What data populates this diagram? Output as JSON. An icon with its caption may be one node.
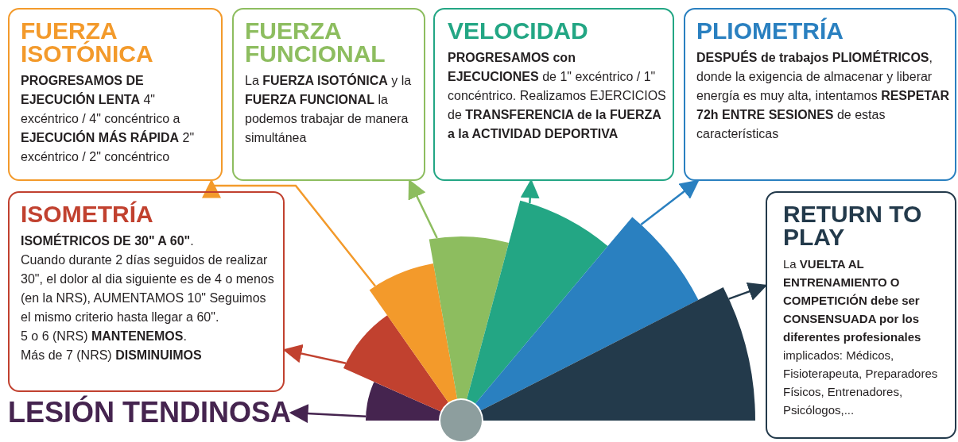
{
  "diagram": {
    "nodes": [
      {
        "text": [
          "FUERZA ISOTÓNICA",
          "**PROGRESAMOS DE EJECUCIÓN LENTA** 4\" excéntrico / 4\" concéntrico a **EJECUCIÓN MÁS RÁPIDA** 2\" excéntrico / 2\" concéntrico"
        ]
      },
      {
        "text": [
          "FUERZA FUNCIONAL",
          "La **FUERZA ISOTÓNICA** y la **FUERZA FUNCIONAL** la podemos trabajar de manera simultánea"
        ]
      },
      {
        "text": [
          "VELOCIDAD",
          "**PROGRESAMOS con EJECUCIONES** de 1\" excéntrico / 1\" concéntrico. Realizamos EJERCICIOS de **TRANSFERENCIA de la FUERZA a la ACTIVIDAD DEPORTIVA**"
        ]
      },
      {
        "text": [
          "PLIOMETRÍA",
          "**DESPUÉS de trabajos PLIOMÉTRICOS**, donde la exigencia de almacenar y liberar energía es muy alta, intentamos **RESPETAR 72h ENTRE SESIONES** de estas características"
        ]
      },
      {
        "text": [
          "ISOMETRÍA",
          "**ISOMÉTRICOS DE 30\" A 60\"**.",
          "Cuando durante 2 días seguidos de realizar 30\", el dolor al dia siguiente es de 4 o menos (en la NRS), AUMENTAMOS 10\" Seguimos el mismo criterio hasta llegar a 60\".",
          "5 o 6 (NRS) **MANTENEMOS**.",
          "Más de 7 (NRS) **DISMINUIMOS**"
        ]
      },
      {
        "text": [
          "RETURN TO PLAY",
          "La **VUELTA AL ENTRENAMIENTO O COMPETICIÓN debe ser CONSENSUADA por los diferentes profesionales** implicados: Médicos, Fisioterapeuta, Preparadores Físicos, Entrenadores, Psicólogos,..."
        ]
      },
      {
        "text": [
          "LESIÓN TENDINOSA"
        ]
      },
      {
        "text": [],
        "shape": "wedge"
      },
      {
        "text": [],
        "shape": "wedge"
      },
      {
        "text": [],
        "shape": "wedge"
      },
      {
        "text": [],
        "shape": "wedge"
      },
      {
        "text": [],
        "shape": "wedge"
      },
      {
        "text": [],
        "shape": "wedge"
      },
      {
        "text": [],
        "shape": "wedge"
      },
      {
        "text": [],
        "shape": "circle"
      }
    ],
    "edges": [
      {
        "from": 7,
        "to": 6,
        "arrow": "to",
        "color": "#45244f"
      },
      {
        "from": 8,
        "to": 4,
        "arrow": "to",
        "color": "#c1412f"
      },
      {
        "from": 9,
        "to": 0,
        "arrow": "to",
        "color": "#f39a2b"
      },
      {
        "from": 10,
        "to": 1,
        "arrow": "to",
        "color": "#8dbd5f"
      },
      {
        "from": 11,
        "to": 2,
        "arrow": "to",
        "color": "#23a684"
      },
      {
        "from": 12,
        "to": 3,
        "arrow": "to",
        "color": "#2a80c0"
      },
      {
        "from": 13,
        "to": 5,
        "arrow": "to",
        "color": "#233a4b"
      }
    ]
  }
}
